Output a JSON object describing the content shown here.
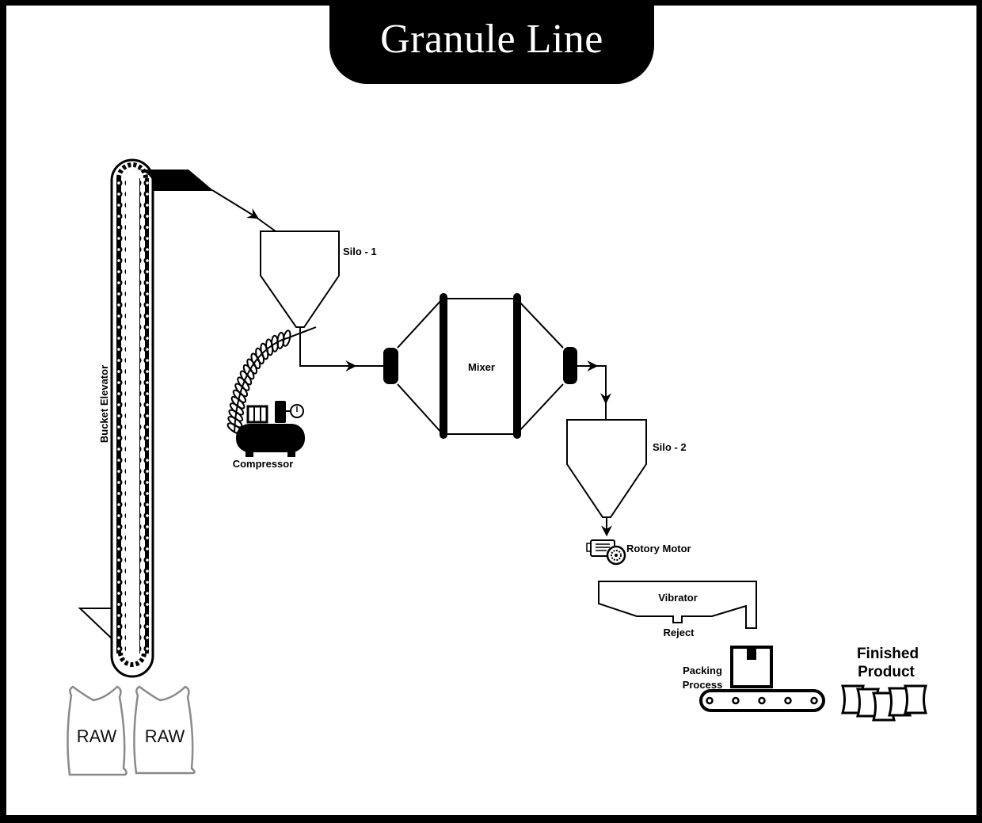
{
  "title": "Granule Line",
  "colors": {
    "ink": "#000000",
    "background": "#ffffff",
    "bag_outline": "#888888"
  },
  "labels": {
    "bucket_elevator": "Bucket Elevator",
    "silo_1": "Silo - 1",
    "compressor": "Compressor",
    "mixer": "Mixer",
    "silo_2": "Silo - 2",
    "rotory_motor": "Rotory Motor",
    "vibrator": "Vibrator",
    "reject": "Reject",
    "packing_line1": "Packing",
    "packing_line2": "Process",
    "finished_line1": "Finished",
    "finished_line2": "Product",
    "raw_bag_1": "RAW",
    "raw_bag_2": "RAW"
  },
  "flow": [
    "Raw bags",
    "Bucket Elevator",
    "Silo - 1",
    "Mixer",
    "Silo - 2",
    "Rotory Motor",
    "Vibrator",
    "Packing Process",
    "Finished Product"
  ]
}
